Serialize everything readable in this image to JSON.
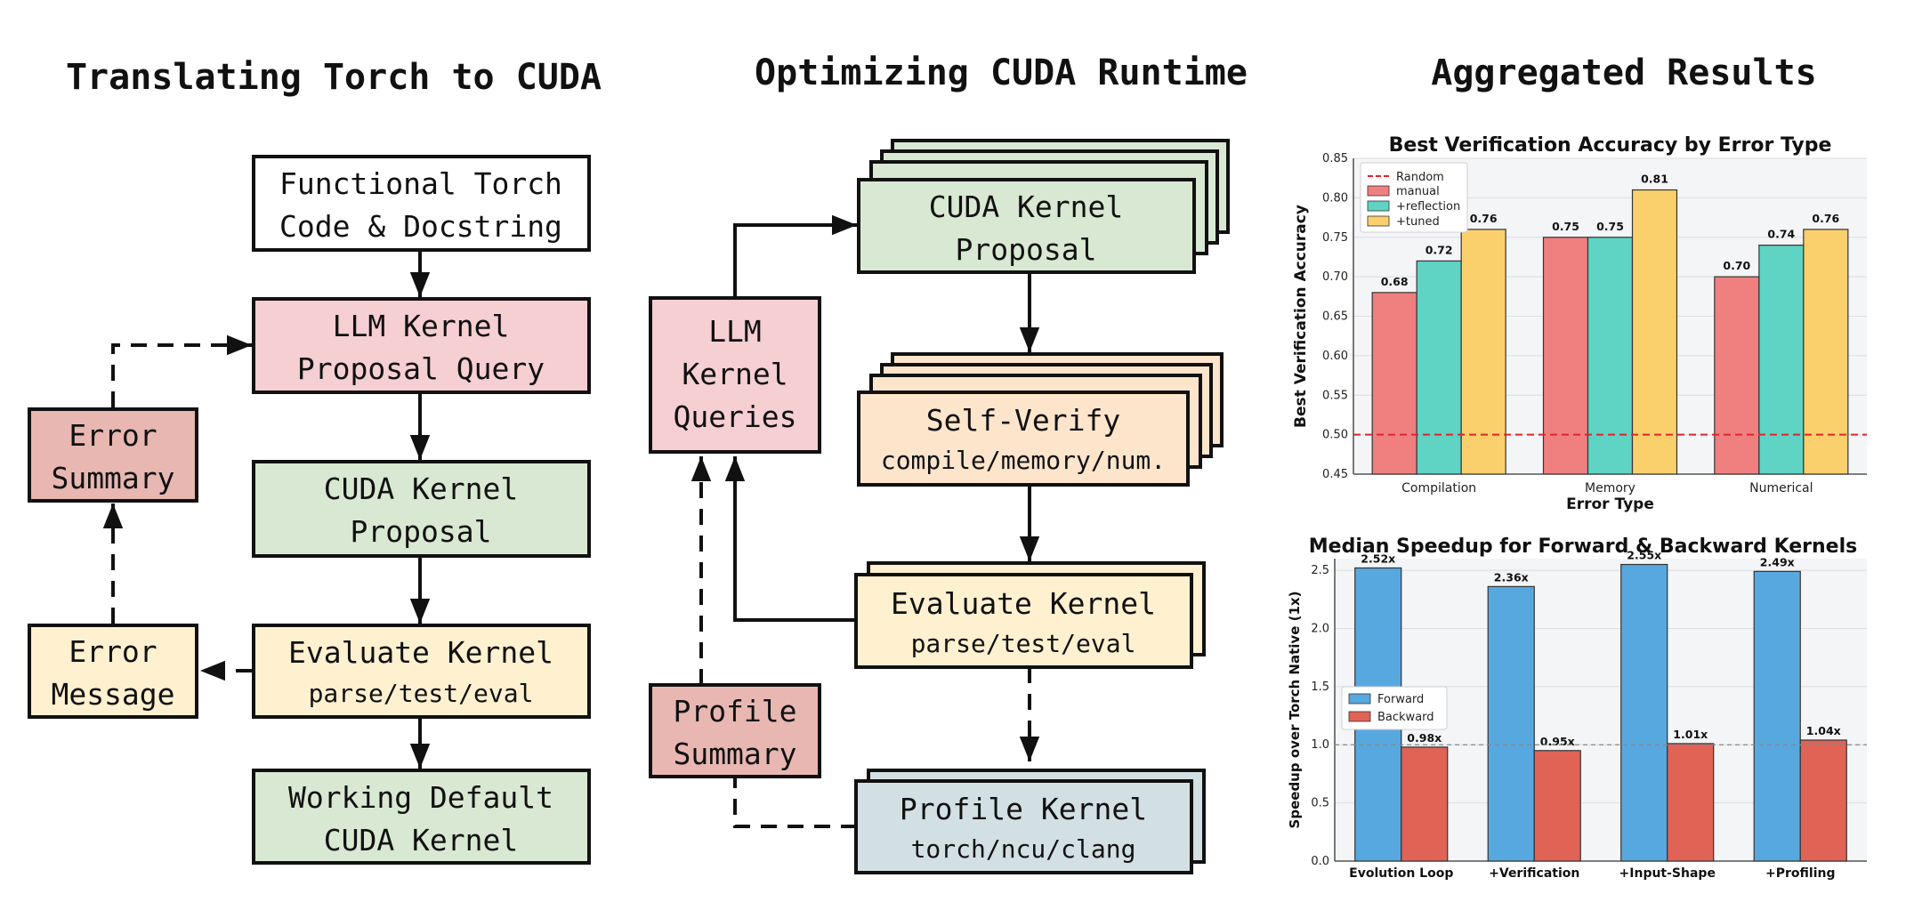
{
  "titles": {
    "left": "Translating Torch to CUDA",
    "middle": "Optimizing CUDA Runtime",
    "right": "Aggregated Results"
  },
  "left": {
    "functional_torch": [
      "Functional Torch",
      "Code & Docstring"
    ],
    "llm_query": [
      "LLM Kernel",
      "Proposal Query"
    ],
    "cuda_proposal": [
      "CUDA Kernel",
      "Proposal"
    ],
    "evaluate": [
      "Evaluate Kernel",
      "parse/test/eval"
    ],
    "working_default": [
      "Working Default",
      "CUDA Kernel"
    ],
    "error_summary": [
      "Error",
      "Summary"
    ],
    "error_message": [
      "Error",
      "Message"
    ]
  },
  "middle": {
    "llm_queries": [
      "LLM",
      "Kernel",
      "Queries"
    ],
    "cuda_proposal": [
      "CUDA Kernel",
      "Proposal"
    ],
    "self_verify": [
      "Self-Verify",
      "compile/memory/num."
    ],
    "evaluate": [
      "Evaluate Kernel",
      "parse/test/eval"
    ],
    "profile_summary": [
      "Profile",
      "Summary"
    ],
    "profile_kernel": [
      "Profile Kernel",
      "torch/ncu/clang"
    ]
  },
  "colors": {
    "pink": "#f5cfd2",
    "green": "#d9e8d2",
    "yellow": "#fff1cf",
    "orange": "#fde5cc",
    "rose": "#e8b7b2",
    "bluegray": "#d3e0e3",
    "manual": "#f08080",
    "reflection": "#5fd3c4",
    "tuned": "#f9d06c",
    "forward": "#58a8e0",
    "backward": "#e06356",
    "random": "#e0252a"
  },
  "chart_data": [
    {
      "type": "bar",
      "title": "Best Verification Accuracy by Error Type",
      "xlabel": "Error Type",
      "ylabel": "Best Verification Accuracy",
      "categories": [
        "Compilation",
        "Memory",
        "Numerical"
      ],
      "series": [
        {
          "name": "manual",
          "values": [
            0.68,
            0.75,
            0.7
          ]
        },
        {
          "name": "+reflection",
          "values": [
            0.72,
            0.75,
            0.74
          ]
        },
        {
          "name": "+tuned",
          "values": [
            0.76,
            0.81,
            0.76
          ]
        }
      ],
      "value_labels": [
        [
          "0.68",
          "0.75",
          "0.70"
        ],
        [
          "0.72",
          "0.75",
          "0.74"
        ],
        [
          "0.76",
          "0.81",
          "0.76"
        ]
      ],
      "reference_line": {
        "name": "Random",
        "value": 0.5
      },
      "ylim": [
        0.45,
        0.85
      ],
      "yticks": [
        "0.45",
        "0.50",
        "0.55",
        "0.60",
        "0.65",
        "0.70",
        "0.75",
        "0.80",
        "0.85"
      ],
      "legend": "top-left",
      "grid": true
    },
    {
      "type": "bar",
      "title": "Median Speedup for Forward & Backward Kernels",
      "xlabel": "",
      "ylabel": "Speedup over Torch Native (1x)",
      "categories": [
        "Evolution Loop",
        "+Verification",
        "+Input-Shape",
        "+Profiling"
      ],
      "series": [
        {
          "name": "Forward",
          "values": [
            2.52,
            2.36,
            2.55,
            2.49
          ]
        },
        {
          "name": "Backward",
          "values": [
            0.98,
            0.95,
            1.01,
            1.04
          ]
        }
      ],
      "value_labels": [
        [
          "2.52x",
          "2.36x",
          "2.55x",
          "2.49x"
        ],
        [
          "0.98x",
          "0.95x",
          "1.01x",
          "1.04x"
        ]
      ],
      "reference_value": 1.0,
      "ylim": [
        0,
        2.6
      ],
      "yticks": [
        "0.0",
        "0.5",
        "1.0",
        "1.5",
        "2.0",
        "2.5"
      ],
      "legend": "center-left",
      "grid": true
    }
  ]
}
